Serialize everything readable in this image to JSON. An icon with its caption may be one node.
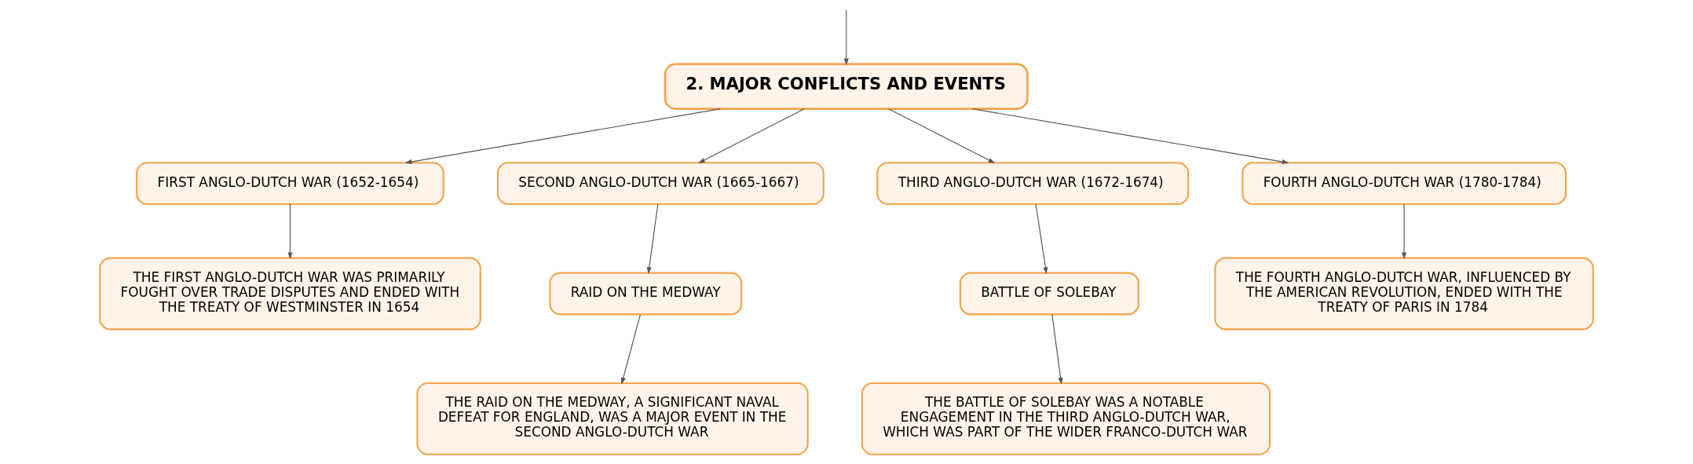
{
  "diagram": {
    "nodes": [
      {
        "text": [
          "2. MAJOR CONFLICTS AND EVENTS"
        ]
      },
      {
        "text": [
          "FIRST ANGLO-DUTCH WAR (1652-1654)"
        ]
      },
      {
        "text": [
          "SECOND ANGLO-DUTCH WAR (1665-1667)"
        ]
      },
      {
        "text": [
          "THIRD ANGLO-DUTCH WAR (1672-1674)"
        ]
      },
      {
        "text": [
          "FOURTH ANGLO-DUTCH WAR (1780-1784)"
        ]
      },
      {
        "text": [
          "THE FIRST ANGLO-DUTCH WAR WAS PRIMARILY FOUGHT OVER TRADE DISPUTES AND ENDED WITH THE TREATY OF WESTMINSTER IN 1654"
        ]
      },
      {
        "text": [
          "RAID ON THE MEDWAY"
        ]
      },
      {
        "text": [
          "BATTLE OF SOLEBAY"
        ]
      },
      {
        "text": [
          "THE FOURTH ANGLO-DUTCH WAR, INFLUENCED BY THE AMERICAN REVOLUTION, ENDED WITH THE TREATY OF PARIS IN 1784"
        ]
      },
      {
        "text": [
          "THE RAID ON THE MEDWAY, A SIGNIFICANT NAVAL DEFEAT FOR ENGLAND, WAS A MAJOR EVENT IN THE SECOND ANGLO-DUTCH WAR"
        ]
      },
      {
        "text": [
          "THE BATTLE OF SOLEBAY WAS A NOTABLE ENGAGEMENT IN THE THIRD ANGLO-DUTCH WAR, WHICH WAS PART OF THE WIDER FRANCO-DUTCH WAR"
        ]
      }
    ],
    "edges": [
      {
        "from": null,
        "to": 0,
        "arrow": "to"
      },
      {
        "from": 0,
        "to": 1,
        "arrow": "to"
      },
      {
        "from": 0,
        "to": 2,
        "arrow": "to"
      },
      {
        "from": 0,
        "to": 3,
        "arrow": "to"
      },
      {
        "from": 0,
        "to": 4,
        "arrow": "to"
      },
      {
        "from": 1,
        "to": 5,
        "arrow": "to"
      },
      {
        "from": 2,
        "to": 6,
        "arrow": "to"
      },
      {
        "from": 6,
        "to": 9,
        "arrow": "to"
      },
      {
        "from": 3,
        "to": 7,
        "arrow": "to"
      },
      {
        "from": 7,
        "to": 10,
        "arrow": "to"
      },
      {
        "from": 4,
        "to": 8,
        "arrow": "to"
      }
    ]
  }
}
